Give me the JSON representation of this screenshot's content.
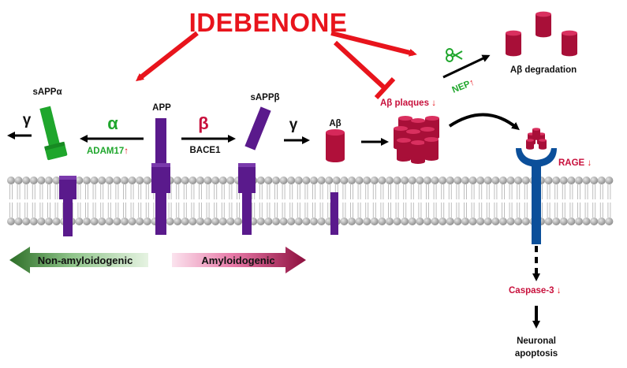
{
  "title": "IDEBENONE",
  "labels": {
    "sappa": "sAPPα",
    "sappb": "sAPPβ",
    "app": "APP",
    "abeta": "Aβ",
    "alpha": "α",
    "beta": "β",
    "gamma_left": "γ",
    "gamma_mid": "γ",
    "adam17": "ADAM17",
    "bace1": "BACE1",
    "abeta_plaques": "Aβ plaques",
    "nep": "NEP",
    "abeta_degradation": "Aβ degradation",
    "rage": "RAGE",
    "caspase3": "Caspase-3",
    "neuronal_apoptosis_line1": "Neuronal",
    "neuronal_apoptosis_line2": "apoptosis",
    "non_amyloidogenic": "Non-amyloidogenic",
    "amyloidogenic": "Amyloidogenic"
  },
  "indicators": {
    "up": "↑",
    "down": "↓"
  },
  "colors": {
    "title_red": "#e8141c",
    "purple": "#5a1a8c",
    "crimson": "#b0103a",
    "green": "#1fa62c",
    "rage_blue": "#0b4f9a",
    "membrane_grey": "#a8a8a8",
    "non_amyloid_arrow": "#2d7a2a",
    "amyloid_arrow": "#b3124f"
  },
  "icons": {
    "scissors": "scissors-icon"
  }
}
